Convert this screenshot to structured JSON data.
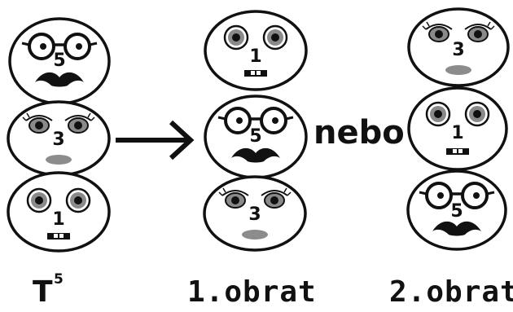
{
  "connector_word": "nebo",
  "columns": [
    {
      "label_main": "T",
      "label_sup": "5",
      "faces": [
        {
          "number": "5",
          "type": "glasses-mustache"
        },
        {
          "number": "3",
          "type": "lashes-lips"
        },
        {
          "number": "1",
          "type": "big-eyes-teeth"
        }
      ]
    },
    {
      "label_main": "1.obrat",
      "faces": [
        {
          "number": "1",
          "type": "big-eyes-teeth"
        },
        {
          "number": "5",
          "type": "glasses-mustache"
        },
        {
          "number": "3",
          "type": "lashes-lips"
        }
      ]
    },
    {
      "label_main": "2.obrat",
      "faces": [
        {
          "number": "3",
          "type": "lashes-lips"
        },
        {
          "number": "1",
          "type": "big-eyes-teeth"
        },
        {
          "number": "5",
          "type": "glasses-mustache"
        }
      ]
    }
  ],
  "arrow_icon": "right-arrow-icon",
  "colors": {
    "stroke": "#111111",
    "iris": "#8a8a8a",
    "lips": "#8c8c8c",
    "face": "#ffffff"
  }
}
